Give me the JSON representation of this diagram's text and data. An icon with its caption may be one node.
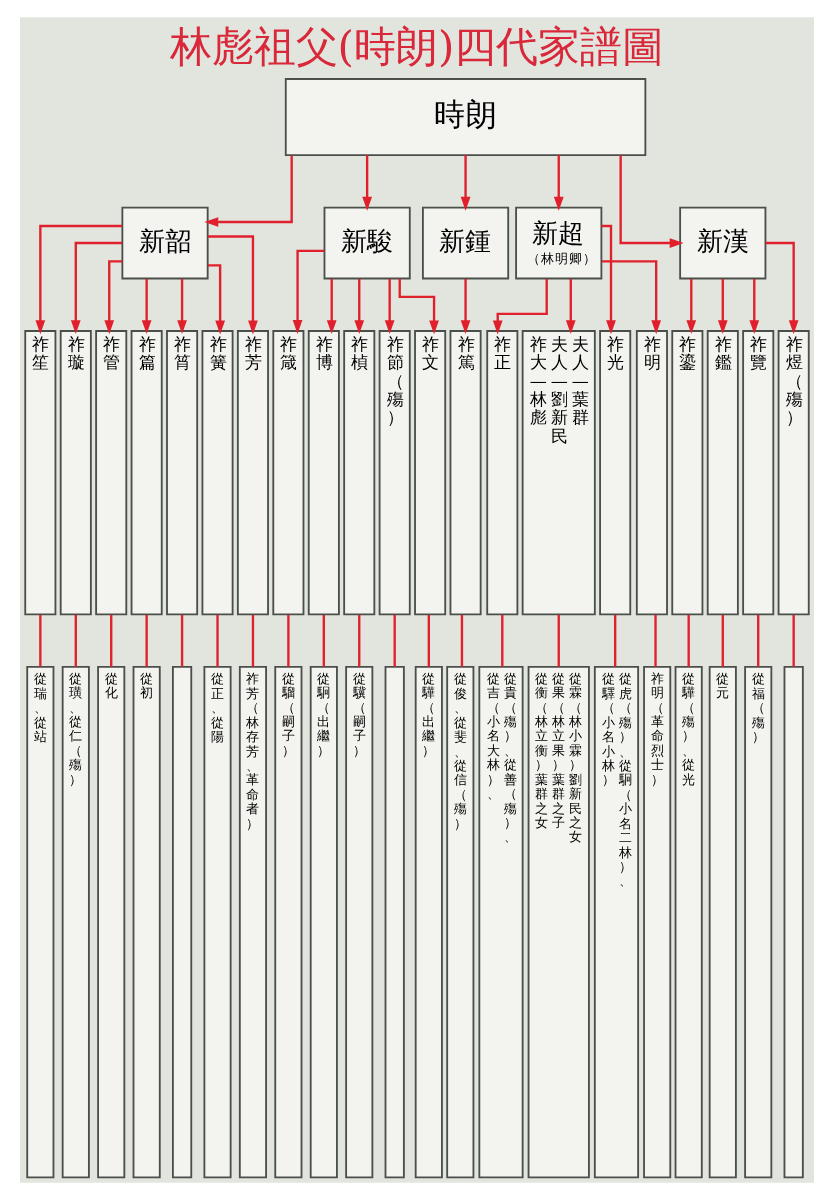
{
  "diagram": {
    "title": "林彪祖父(時朗)四代家譜圖",
    "nodes": [
      {
        "text": [
          "時朗"
        ]
      },
      {
        "text": [
          "新韶"
        ]
      },
      {
        "text": [
          "新駿"
        ]
      },
      {
        "text": [
          "新鍾"
        ]
      },
      {
        "text": [
          "新超",
          "（林明卿）"
        ]
      },
      {
        "text": [
          "新漢"
        ]
      },
      {
        "text": [
          "祚笙"
        ]
      },
      {
        "text": [
          "祚璇"
        ]
      },
      {
        "text": [
          "祚管"
        ]
      },
      {
        "text": [
          "祚篇"
        ]
      },
      {
        "text": [
          "祚筲"
        ]
      },
      {
        "text": [
          "祚簧"
        ]
      },
      {
        "text": [
          "祚芳"
        ]
      },
      {
        "text": [
          "祚箴"
        ]
      },
      {
        "text": [
          "祚博"
        ]
      },
      {
        "text": [
          "祚楨"
        ]
      },
      {
        "text": [
          "祚節（殤）"
        ]
      },
      {
        "text": [
          "祚文"
        ]
      },
      {
        "text": [
          "祚篤"
        ]
      },
      {
        "text": [
          "祚正"
        ]
      },
      {
        "text": [
          "祚大—林彪",
          "夫人—劉新民",
          "夫人—葉群"
        ]
      },
      {
        "text": [
          "祚光"
        ]
      },
      {
        "text": [
          "祚明"
        ]
      },
      {
        "text": [
          "祚鎏"
        ]
      },
      {
        "text": [
          "祚鑑"
        ]
      },
      {
        "text": [
          "祚覽"
        ]
      },
      {
        "text": [
          "祚煜（殤）"
        ]
      },
      {
        "text": [
          "從瑞、從站"
        ]
      },
      {
        "text": [
          "從璜、從仁（殤）"
        ]
      },
      {
        "text": [
          "從化"
        ]
      },
      {
        "text": [
          "從初"
        ]
      },
      {
        "text": [],
        "shape": "box"
      },
      {
        "text": [
          "從正、從陽"
        ]
      },
      {
        "text": [
          "祚芳（林存芳、革命者）"
        ]
      },
      {
        "text": [
          "從騮（嗣子）"
        ]
      },
      {
        "text": [
          "從駉（出繼）"
        ]
      },
      {
        "text": [
          "從驥（嗣子）"
        ]
      },
      {
        "text": [],
        "shape": "box"
      },
      {
        "text": [
          "從驊（出繼）"
        ]
      },
      {
        "text": [
          "從俊、從斐、從信（殤）"
        ]
      },
      {
        "text": [
          "從吉（小名大林）、",
          "從貴（殤）、從善（殤）、"
        ]
      },
      {
        "text": [
          "從衡（林立衡）葉群之女",
          "從果（林立果）葉群之子",
          "從霖（林小霖）劉新民之女"
        ]
      },
      {
        "text": [
          "從驛（小名小林）",
          "從虎（殤）、從駉（小名二林）、"
        ]
      },
      {
        "text": [
          "祚明（革命烈士）"
        ]
      },
      {
        "text": [
          "從驊（殤）、從光"
        ]
      },
      {
        "text": [
          "從元"
        ]
      },
      {
        "text": [
          "從福（殤）"
        ]
      },
      {
        "text": [],
        "shape": "box"
      }
    ],
    "edges": [
      {
        "from": 0,
        "to": 1,
        "arrow": "to"
      },
      {
        "from": 0,
        "to": 2,
        "arrow": "to"
      },
      {
        "from": 0,
        "to": 3,
        "arrow": "to"
      },
      {
        "from": 0,
        "to": 4,
        "arrow": "to"
      },
      {
        "from": 0,
        "to": 5,
        "arrow": "to"
      },
      {
        "from": 1,
        "to": 6,
        "arrow": "to"
      },
      {
        "from": 1,
        "to": 7,
        "arrow": "to"
      },
      {
        "from": 1,
        "to": 8,
        "arrow": "to"
      },
      {
        "from": 1,
        "to": 9,
        "arrow": "to"
      },
      {
        "from": 1,
        "to": 10,
        "arrow": "to"
      },
      {
        "from": 1,
        "to": 11,
        "arrow": "to"
      },
      {
        "from": 1,
        "to": 12,
        "arrow": "to"
      },
      {
        "from": 2,
        "to": 13,
        "arrow": "to"
      },
      {
        "from": 2,
        "to": 14,
        "arrow": "to"
      },
      {
        "from": 2,
        "to": 15,
        "arrow": "to"
      },
      {
        "from": 2,
        "to": 16,
        "arrow": "to"
      },
      {
        "from": 2,
        "to": 17,
        "arrow": "to"
      },
      {
        "from": 3,
        "to": 18,
        "arrow": "to"
      },
      {
        "from": 4,
        "to": 19,
        "arrow": "to"
      },
      {
        "from": 4,
        "to": 20,
        "arrow": "to"
      },
      {
        "from": 4,
        "to": 21,
        "arrow": "to"
      },
      {
        "from": 4,
        "to": 22,
        "arrow": "to"
      },
      {
        "from": 5,
        "to": 23,
        "arrow": "to"
      },
      {
        "from": 5,
        "to": 24,
        "arrow": "to"
      },
      {
        "from": 5,
        "to": 25,
        "arrow": "to"
      },
      {
        "from": 5,
        "to": 26,
        "arrow": "to"
      },
      {
        "from": 6,
        "to": 27,
        "arrow": "none"
      },
      {
        "from": 7,
        "to": 28,
        "arrow": "none"
      },
      {
        "from": 8,
        "to": 29,
        "arrow": "none"
      },
      {
        "from": 9,
        "to": 30,
        "arrow": "none"
      },
      {
        "from": 10,
        "to": 31,
        "arrow": "none"
      },
      {
        "from": 11,
        "to": 32,
        "arrow": "none"
      },
      {
        "from": 12,
        "to": 33,
        "arrow": "none"
      },
      {
        "from": 13,
        "to": 34,
        "arrow": "none"
      },
      {
        "from": 14,
        "to": 35,
        "arrow": "none"
      },
      {
        "from": 15,
        "to": 36,
        "arrow": "none"
      },
      {
        "from": 16,
        "to": 37,
        "arrow": "none"
      },
      {
        "from": 17,
        "to": 38,
        "arrow": "none"
      },
      {
        "from": 18,
        "to": 39,
        "arrow": "none"
      },
      {
        "from": 19,
        "to": 40,
        "arrow": "none"
      },
      {
        "from": 20,
        "to": 41,
        "arrow": "none"
      },
      {
        "from": 21,
        "to": 42,
        "arrow": "none"
      },
      {
        "from": 22,
        "to": 43,
        "arrow": "none"
      },
      {
        "from": 23,
        "to": 44,
        "arrow": "none"
      },
      {
        "from": 24,
        "to": 45,
        "arrow": "none"
      },
      {
        "from": 25,
        "to": 46,
        "arrow": "none"
      },
      {
        "from": 26,
        "to": 47,
        "arrow": "none"
      }
    ]
  }
}
